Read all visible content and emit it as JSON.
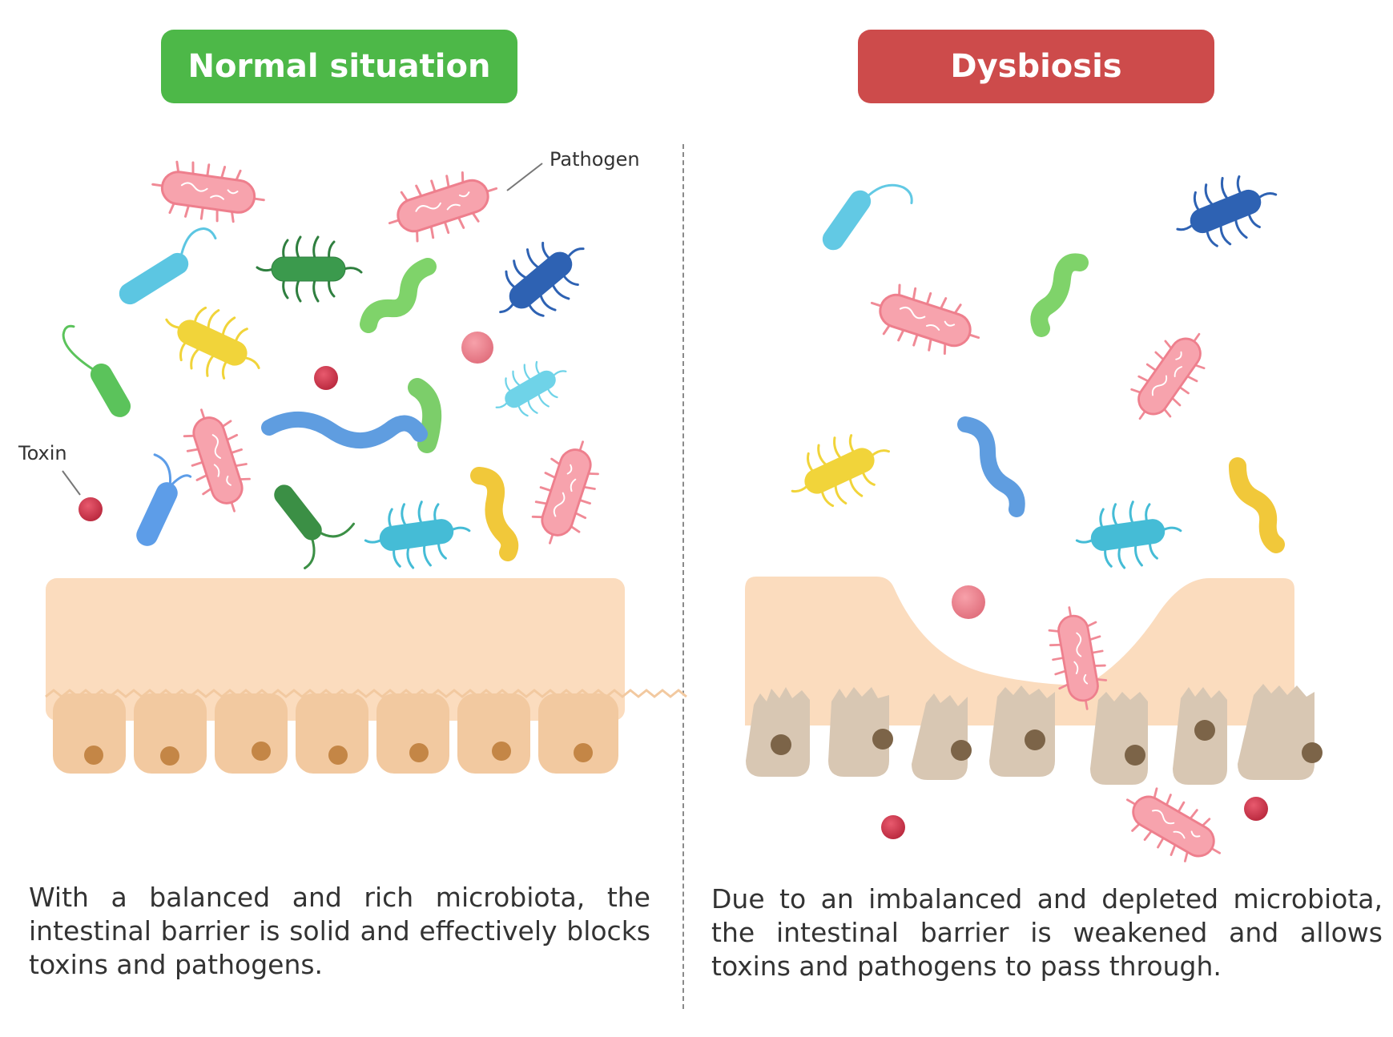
{
  "panels": {
    "normal": {
      "title": "Normal situation",
      "caption": "With a balanced and rich microbiota, the intestinal barrier is solid and effectively blocks toxins and pathogens."
    },
    "dysbiosis": {
      "title": "Dysbiosis",
      "caption": "Due to an imbalanced and depleted microbiota, the intestinal barrier is weakened and allows toxins and pathogens to pass through."
    }
  },
  "callouts": {
    "pathogen": "Pathogen",
    "toxin": "Toxin"
  },
  "colors": {
    "normal_badge": "#4db848",
    "dysbiosis_badge": "#cd4b4b",
    "barrier": "#fbdcbe",
    "healthy_cell": "#f2c9a0",
    "damaged_cell": "#d8c7b3",
    "nucleus": "#c88a52",
    "pathogen": "#f08a96",
    "toxin": "#c9344a"
  }
}
